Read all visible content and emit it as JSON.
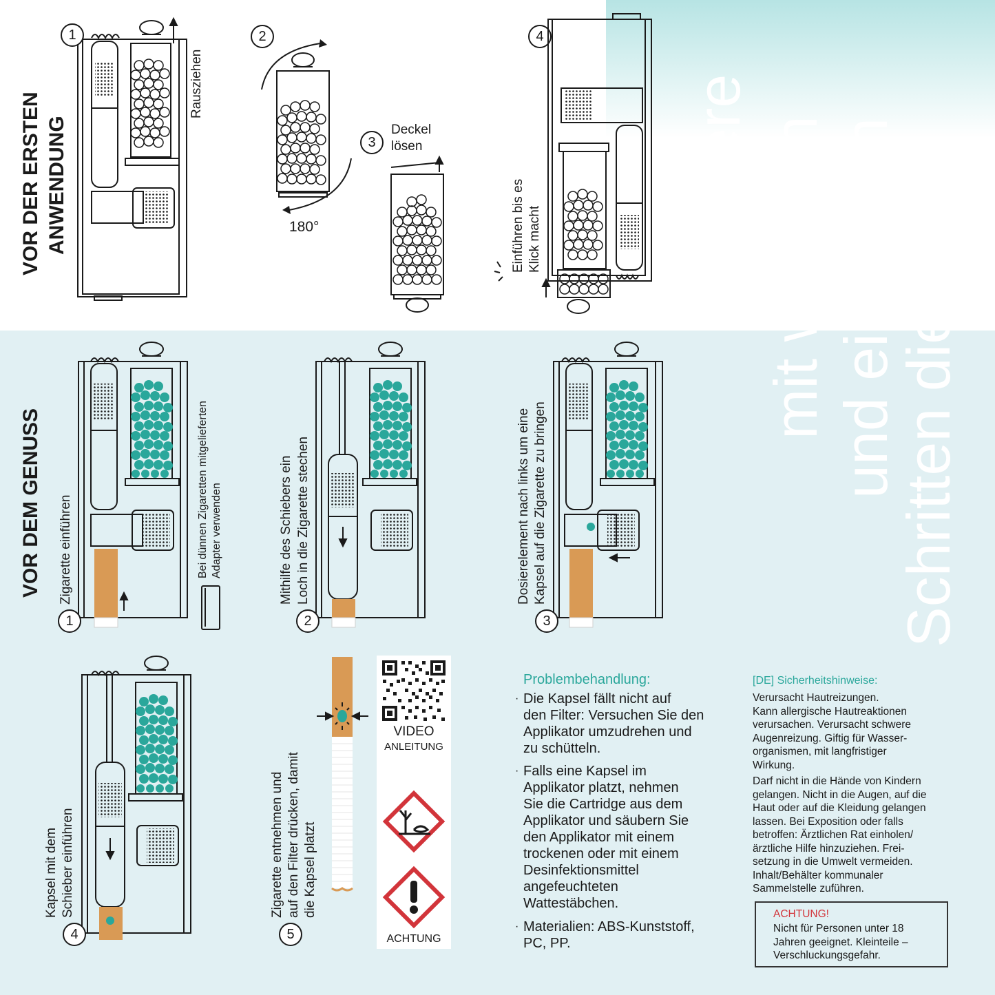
{
  "headline": {
    "line1": "Platziere",
    "line2": "mit wenigen",
    "line3": "und einfachen",
    "line4": "Schritten die Kugel"
  },
  "before_first_use": {
    "title_line1": "VOR DER ERSTEN",
    "title_line2": "ANWENDUNG",
    "step1": {
      "number": "1",
      "label": "Rausziehen"
    },
    "step2": {
      "number": "2",
      "label": "180°"
    },
    "step3": {
      "number": "3",
      "label_line1": "Deckel",
      "label_line2": "lösen"
    },
    "step4": {
      "number": "4",
      "label_line1": "Einführen bis es",
      "label_line2": "Klick macht"
    }
  },
  "before_enjoyment": {
    "title": "VOR DEM GENUSS",
    "step1": {
      "number": "1",
      "label": "Zigarette einführen",
      "adapter_line1": "Bei dünnen Zigaretten mitgelieferten",
      "adapter_line2": "Adapter verwenden"
    },
    "step2": {
      "number": "2",
      "label_line1": "Mithilfe des Schiebers ein",
      "label_line2": "Loch in die Zigarette stechen"
    },
    "step3": {
      "number": "3",
      "label_line1": "Dosierelement nach links um eine",
      "label_line2": "Kapsel auf die Zigarette zu bringen"
    },
    "step4": {
      "number": "4",
      "label_line1": "Kapsel mit dem",
      "label_line2": "Schieber einführen"
    },
    "step5": {
      "number": "5",
      "label_line1": "Zigarette entnehmen und",
      "label_line2": "auf den Filter drücken, damit",
      "label_line3": "die Kapsel platzt"
    }
  },
  "qr": {
    "label": "VIDEO",
    "sublabel": "ANLEITUNG",
    "icon": "qr-code-icon"
  },
  "hazard": {
    "label": "ACHTUNG",
    "icons": [
      "environment-hazard-icon",
      "exclamation-hazard-icon"
    ],
    "color": "#d2343a"
  },
  "troubleshooting": {
    "title": "Problembehandlung:",
    "items": [
      {
        "lines": [
          "Die Kapsel fällt nicht auf",
          "den Filter: Versuchen Sie den",
          "Applikator umzudrehen und",
          "zu schütteln."
        ]
      },
      {
        "lines": [
          "Falls eine Kapsel im",
          "Applikator platzt, nehmen",
          "Sie die Cartridge aus dem",
          "Applikator und säubern Sie",
          "den Applikator mit einem",
          "trockenen oder mit einem",
          "Desinfektionsmittel",
          "angefeuchteten",
          "Wattestäbchen."
        ]
      },
      {
        "lines": [
          "Materialien: ABS-Kunststoff,",
          "PC, PP."
        ]
      }
    ]
  },
  "safety": {
    "title": "[DE] Sicherheitshinweise:",
    "para1": [
      "Verursacht Hautreizungen.",
      "Kann allergische Hautreaktionen",
      "verursachen. Verursacht schwere",
      "Augenreizung. Giftig für Wasser-",
      "organismen, mit langfristiger",
      "Wirkung."
    ],
    "para2": [
      "Darf nicht in die Hände von Kindern",
      "gelangen. Nicht in die Augen, auf die",
      "Haut oder auf die Kleidung gelangen",
      "lassen. Bei Exposition oder falls",
      "betroffen: Ärztlichen Rat einholen/",
      "ärztliche Hilfe hinzuziehen. Frei-",
      "setzung in die Umwelt vermeiden.",
      "Inhalt/Behälter kommunaler",
      "Sammelstelle zuführen."
    ]
  },
  "warning": {
    "title": "ACHTUNG!",
    "lines": [
      "Nicht für Personen unter 18",
      "Jahren geeignet. Kleinteile –",
      "Verschluckungsgefahr."
    ]
  },
  "colors": {
    "teal": "#2aa79b",
    "bead": "#2aa79b",
    "filter": "#d99a55",
    "bg_light": "#e1f0f3",
    "gradient": "#2f8a98",
    "hazard_red": "#d2343a"
  }
}
